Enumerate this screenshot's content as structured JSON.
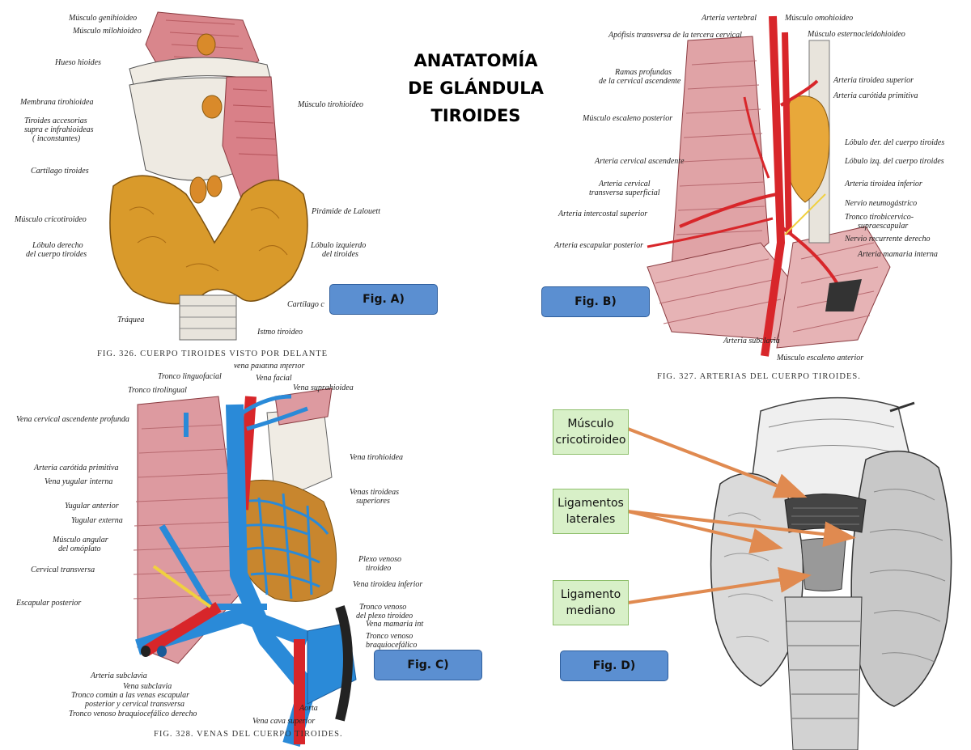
{
  "title": "ANATATOMÍA DE GLÁNDULA TIROIDES",
  "title_lines": [
    "ANATATOMÍA",
    "DE GLÁNDULA",
    "TIROIDES"
  ],
  "colors": {
    "fig_button": "#5b8fd1",
    "label_box": "#d8f0c8",
    "arrow": "#e08a50",
    "thyroid": "#d99a2b",
    "artery": "#d8262a",
    "vein": "#2a8ad8",
    "muscle": "#d98a8e"
  },
  "fig_a": {
    "button": "Fig. A)",
    "caption": "FIG. 326. CUERPO TIROIDES VISTO POR DELANTE",
    "labels": {
      "genihioideo": "Músculo genihioideo",
      "milohioideo": "Músculo milohioideo",
      "hioides": "Hueso hioides",
      "membrana": "Membrana tirohioidea",
      "accesorias1": "Tiroides accesorias",
      "accesorias2": "supra e infrahioideas",
      "accesorias3": "( inconstantes)",
      "cartilago": "Cartílago tiroides",
      "cricotiroideo": "Músculo cricotiroideo",
      "lobulo_der1": "Lóbulo derecho",
      "lobulo_der2": "del cuerpo tiroides",
      "traquea": "Tráquea",
      "tirohioideo": "Músculo tirohioideo",
      "piramide": "Pirámide de Lalouette",
      "lobulo_izq1": "Lóbulo izquierdo",
      "lobulo_izq2": "del tiroides",
      "cricoides": "Cartílago c",
      "istmo": "Istmo tiroideo"
    }
  },
  "fig_b": {
    "button": "Fig. B)",
    "caption": "FIG. 327. ARTERIAS DEL CUERPO TIROIDES.",
    "labels": {
      "vertebral": "Arteria vertebral",
      "apofisis": "Apófisis transversa de la tercera cervical",
      "ramas1": "Ramas profundas",
      "ramas2": "de la cervical ascendente",
      "escaleno_post": "Músculo escaleno posterior",
      "cervical_asc": "Arteria cervical ascendente",
      "cervical_transv1": "Arteria cervical",
      "cervical_transv2": "transversa superficial",
      "intercostal": "Arteria intercostal superior",
      "escapular": "Arteria escapular posterior",
      "omohioideo": "Músculo omohioideo",
      "esterno": "Músculo esternocleidohioideo",
      "tiroidea_sup": "Arteria tiroidea superior",
      "carotida": "Arteria carótida primitiva",
      "lobulo_der": "Lóbulo der. del cuerpo tiroides",
      "lobulo_izq": "Lóbulo izq. del cuerpo tiroides",
      "tiroidea_inf": "Arteria tiroidea inferior",
      "neumogastrico": "Nervio neumogástrico",
      "tronco1": "Tronco tirobicervico-",
      "tronco2": "supraescapular",
      "recurrente": "Nervio recurrente derecho",
      "mamaria": "Arteria mamaria interna",
      "subclavia": "Arteria subclavia",
      "escaleno_ant": "Músculo escaleno anterior"
    }
  },
  "fig_c": {
    "button": "Fig. C)",
    "caption": "FIG. 328. VENAS DEL CUERPO TIROIDES.",
    "labels": {
      "palatina": "Vena palatina inferior",
      "linguofacial": "Tronco linguofacial",
      "facial": "Vena facial",
      "tirolingual": "Tronco tirolingual",
      "suprahioidea": "Vena suprahioidea",
      "cervical_prof": "Vena cervical ascendente profunda",
      "tirohioidea": "Vena tirohioidea",
      "carotida": "Arteria carótida primitiva",
      "yugular_int": "Vena yugular interna",
      "tiroideas_sup1": "Venas tiroideas",
      "tiroideas_sup2": "superiores",
      "yugular_ant": "Yugular anterior",
      "yugular_ext": "Yugular externa",
      "omoplato1": "Músculo angular",
      "omoplato2": "del omóplato",
      "plexo1": "Plexo venoso",
      "plexo2": "tiroideo",
      "cervical_transv": "Cervical transversa",
      "tiroidea_inf": "Vena tiroidea inferior",
      "escapular_post": "Escapular posterior",
      "tronco_venoso1": "Tronco venoso",
      "tronco_venoso2": "del plexo tiroideo",
      "mamaria": "Vena mamaria int",
      "braquiocefalico1": "Tronco venoso",
      "braquiocefalico2": "braquiocefálico",
      "art_subclavia": "Arteria subclavia",
      "vena_subclavia": "Vena subclavia",
      "comun1": "Tronco común a las venas escapular",
      "comun2": "posterior y cervical transversa",
      "braq_derecho": "Tronco venoso braquiocefálico derecho",
      "aorta": "Aorta",
      "cava": "Vena cava superior"
    }
  },
  "fig_d": {
    "button": "Fig. D)",
    "boxes": {
      "cricotiroideo": [
        "Músculo",
        "cricotiroideo"
      ],
      "laterales": [
        "Ligamentos",
        "laterales"
      ],
      "mediano": [
        "Ligamento",
        "mediano"
      ]
    }
  }
}
